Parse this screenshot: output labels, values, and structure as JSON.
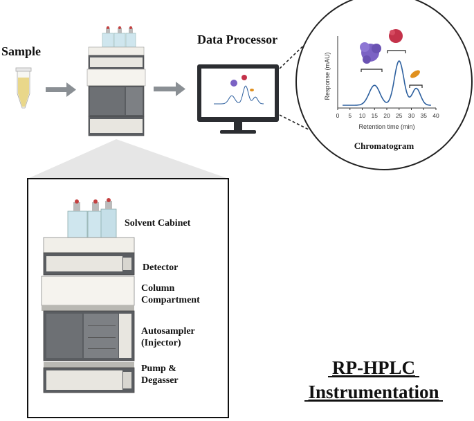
{
  "labels": {
    "sample": "Sample",
    "data_processor": "Data Processor",
    "chromatogram": "Chromatogram",
    "title_line1": "RP-HPLC",
    "title_line2": "Instrumentation"
  },
  "components": [
    {
      "label_lines": [
        "Solvent Cabinet"
      ]
    },
    {
      "label_lines": [
        "Detector"
      ]
    },
    {
      "label_lines": [
        "Column",
        "Compartment"
      ]
    },
    {
      "label_lines": [
        "Autosampler",
        "(Injector)"
      ]
    },
    {
      "label_lines": [
        "Pump &",
        "Degasser"
      ]
    }
  ],
  "chart_data": {
    "type": "line",
    "xlabel": "Retention time (min)",
    "ylabel": "Response  (mAU)",
    "xlim": [
      0,
      40
    ],
    "x_ticks": [
      0,
      5,
      10,
      15,
      20,
      25,
      30,
      35,
      40
    ],
    "grid": false,
    "peaks": [
      {
        "retention_min": 15,
        "relative_height": 0.45,
        "molecule": "large-protein",
        "color": "#7b62c4"
      },
      {
        "retention_min": 25,
        "relative_height": 1.0,
        "molecule": "medium-protein",
        "color": "#c4324a"
      },
      {
        "retention_min": 32,
        "relative_height": 0.38,
        "molecule": "small-molecule",
        "color": "#e0901e"
      }
    ],
    "line_color": "#2c5f9e"
  },
  "colors": {
    "arrow": "#8a8f94",
    "module_dark": "#5a5d61",
    "module_light": "#f1efe9",
    "bottle_glass": "#cfe6ee",
    "cap_red": "#c44040"
  }
}
